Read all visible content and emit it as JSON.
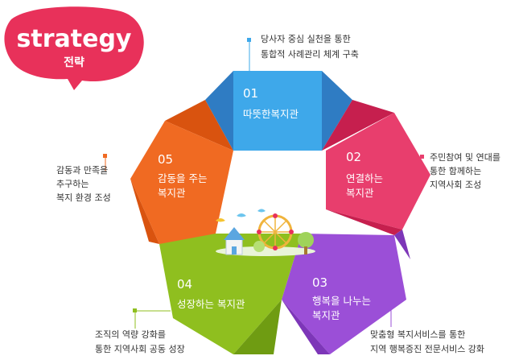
{
  "badge": {
    "title": "strategy",
    "subtitle": "전략"
  },
  "colors": {
    "blue": "#3ea8ea",
    "pink": "#e83e6d",
    "purple": "#9b4fd7",
    "green": "#8fbf1f",
    "orange": "#f06a22",
    "badge": "#e8315a"
  },
  "strategies": [
    {
      "number": "01",
      "label": "따뜻한복지관",
      "desc": [
        "당사자 중심 실천을 통한",
        "통합적 사례관리 체계 구축"
      ]
    },
    {
      "number": "02",
      "label": [
        "연결하는",
        "복지관"
      ],
      "desc": [
        "주민참여 및 연대를",
        "통한 함께하는",
        "지역사회 조성"
      ]
    },
    {
      "number": "03",
      "label": [
        "행복을 나누는",
        "복지관"
      ],
      "desc": [
        "맞춤형 복지서비스를 통한",
        "지역 행복증진 전문서비스 강화"
      ]
    },
    {
      "number": "04",
      "label": "성장하는 복지관",
      "desc": [
        "조직의 역량 강화를",
        "통한 지역사회 공동 성장"
      ]
    },
    {
      "number": "05",
      "label": [
        "감동을 주는",
        "복지관"
      ],
      "desc": [
        "감동과 만족을",
        "추구하는",
        "복지 환경 조성"
      ]
    }
  ]
}
